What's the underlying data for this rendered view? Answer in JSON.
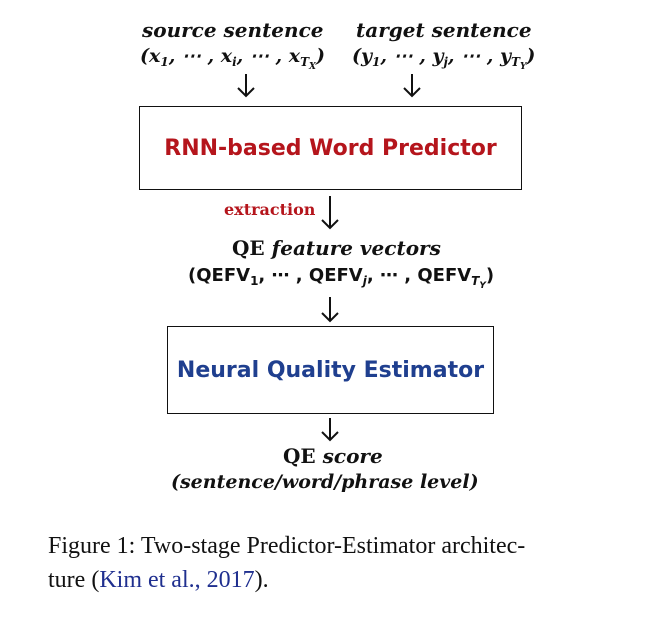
{
  "colors": {
    "predictor": "#b5151c",
    "estimator": "#1f3f8f",
    "extraction": "#b5151c",
    "citation": "#1f2f8f",
    "line": "#111111"
  },
  "source": {
    "title": "source sentence",
    "open": "(",
    "x1": "x",
    "x1_sub": "1",
    "sep1": ", ⋯ , ",
    "xi": "x",
    "xi_sub": "i",
    "sep2": ", ⋯ , ",
    "xT": "x",
    "xT_sub": "T",
    "xT_subsub": "X",
    "close": ")"
  },
  "target": {
    "title": "target sentence",
    "open": "(",
    "y1": "y",
    "y1_sub": "1",
    "sep1": ", ⋯ , ",
    "yj": "y",
    "yj_sub": "j",
    "sep2": ", ⋯ , ",
    "yT": "y",
    "yT_sub": "T",
    "yT_subsub": "Y",
    "close": ")"
  },
  "predictor": {
    "label": "RNN-based Word Predictor"
  },
  "extraction": {
    "label": "extraction"
  },
  "qefv": {
    "title_bold": "QE ",
    "title_ital": "feature vectors",
    "open": "(",
    "v1": "QEFV",
    "v1_sub": "1",
    "sep1": ", ⋯ , ",
    "vj": "QEFV",
    "vj_sub": "j",
    "sep2": ", ⋯ , ",
    "vT": "QEFV",
    "vT_sub": "T",
    "vT_subsub": "Y",
    "close": ")"
  },
  "estimator": {
    "label": "Neural Quality Estimator"
  },
  "score": {
    "title_bold": "QE ",
    "title_ital": "score",
    "levels": "(sentence/word/phrase level)"
  },
  "caption": {
    "line1": "Figure 1: Two-stage Predictor-Estimator architec-",
    "line2_pre": "ture (",
    "cite_text": "Kim et al., 2017",
    "line2_post": ")."
  }
}
